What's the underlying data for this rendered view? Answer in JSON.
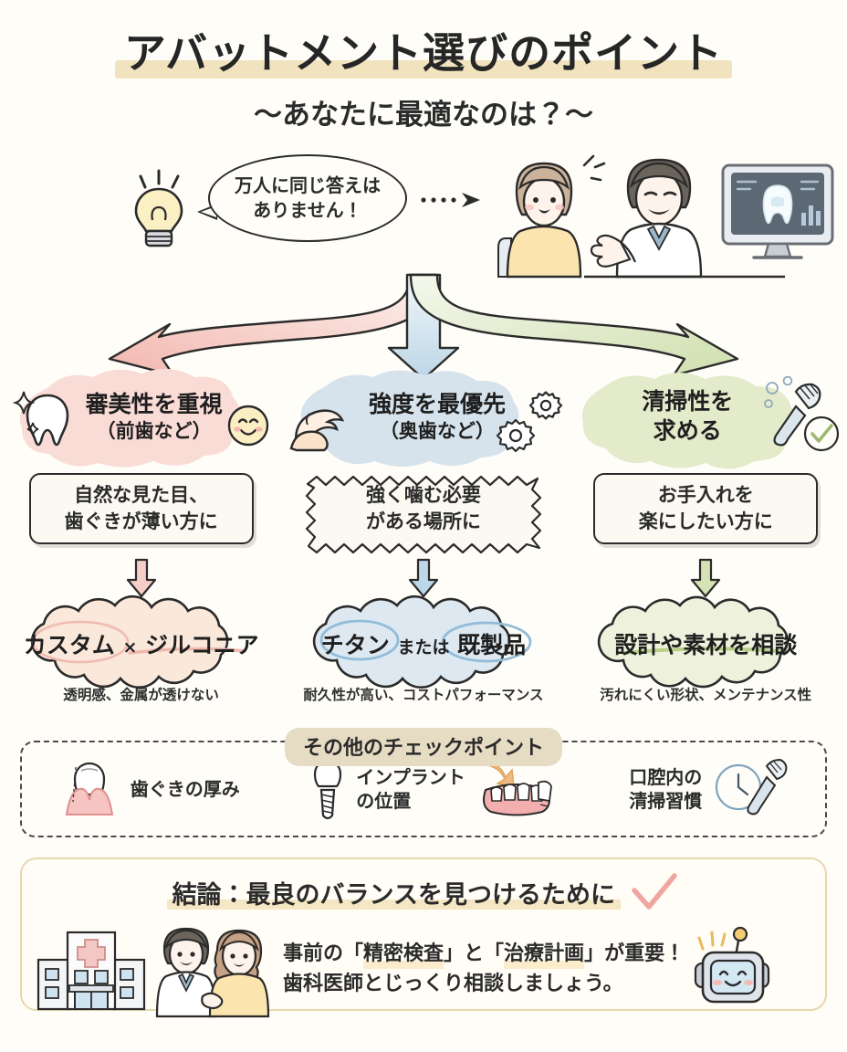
{
  "header": {
    "title": "アバットメント選びのポイント",
    "subtitle": "〜あなたに最適なのは？〜",
    "highlight_color": "#f2e3bf"
  },
  "hero": {
    "bubble_line1": "万人に同じ答えは",
    "bubble_line2": "ありません！",
    "bulb_icon": "lightbulb-icon",
    "dotted_arrow_icon": "dotted-arrow-icon",
    "people_icon": "patient-and-dentist-illustration",
    "monitor_icon": "tooth-monitor-icon"
  },
  "branch": {
    "left_arrow_color": "#f3c2bd",
    "center_arrow_color": "#c6dbe8",
    "right_arrow_color": "#dbe6bf"
  },
  "columns": [
    {
      "key": "esthetic",
      "blob_color": "#fadcd6",
      "accent": "#f0b5ad",
      "title_line1": "審美性を重視",
      "title_line2": "（前歯など）",
      "icons": [
        "tooth-icon",
        "sparkle-icon",
        "smiley-face-icon"
      ],
      "desc_line1": "自然な見た目、",
      "desc_line2": "歯ぐきが薄い方に",
      "desc_shape": "rounded",
      "arrow_color": "#f6cdc7",
      "result_main": "カスタム",
      "result_sep": "×",
      "result_second": "ジルコニア",
      "cloud_color": "#fae8da",
      "caption": "透明感、金属が透けない"
    },
    {
      "key": "strength",
      "blob_color": "#d6e3ec",
      "accent": "#9cc0d6",
      "title_line1": "強度を最優先",
      "title_line2": "（奥歯など）",
      "icons": [
        "flexed-bicep-icon",
        "gear-icon",
        "gear-icon"
      ],
      "desc_line1": "強く噛む必要",
      "desc_line2": "がある場所に",
      "desc_shape": "zigzag",
      "arrow_color": "#bdd7e6",
      "result_main": "チタン",
      "result_sep": "または",
      "result_second": "既製品",
      "cloud_color": "#dde8f0",
      "caption": "耐久性が高い、コストパフォーマンス"
    },
    {
      "key": "cleanability",
      "blob_color": "#e3ebcb",
      "accent": "#b9cf8e",
      "title_line1": "清掃性を",
      "title_line2": "求める",
      "icons": [
        "toothbrush-icon",
        "check-circle-icon"
      ],
      "desc_line1": "お手入れを",
      "desc_line2": "楽にしたい方に",
      "desc_shape": "rounded",
      "arrow_color": "#d5e3b4",
      "result_main": "設計や素材を相談",
      "result_sep": "",
      "result_second": "",
      "cloud_color": "#eef2dc",
      "caption": "汚れにくい形状、メンテナンス性"
    }
  ],
  "check_section": {
    "title": "その他のチェックポイント",
    "title_bg": "#e6dcc4",
    "items": [
      {
        "label_line1": "歯ぐきの厚み",
        "label_line2": "",
        "icon": "gum-thickness-icon"
      },
      {
        "label_line1": "インプラント",
        "label_line2": "の位置",
        "icon": "implant-position-icon"
      },
      {
        "label_line1": "口腔内の",
        "label_line2": "清掃習慣",
        "icon": "clock-toothbrush-icon"
      }
    ]
  },
  "conclusion": {
    "title": "結論：最良のバランスを見つけるために",
    "check_icon": "pink-check-icon",
    "hospital_icon": "hospital-building-icon",
    "handshake_icon": "doctor-patient-handshake-icon",
    "robot_icon": "robot-mascot-icon",
    "text_line1_a": "事前の「",
    "text_line1_q1": "精密検査",
    "text_line1_b": "」と「",
    "text_line1_q2": "治療計画",
    "text_line1_c": "」が重要！",
    "text_line2": "歯科医師とじっくり相談しましょう。",
    "border_color": "#e8d7ae"
  }
}
